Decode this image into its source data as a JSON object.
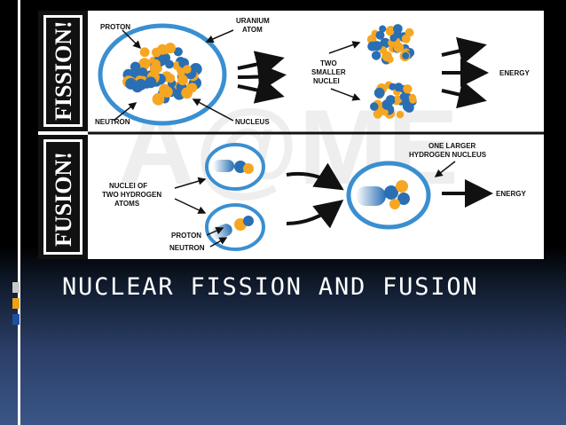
{
  "slide": {
    "title": "NUCLEAR FISSION AND FUSION"
  },
  "diagram": {
    "fission": {
      "side_label": "FISSION!",
      "labels": {
        "proton": "PROTON",
        "neutron": "NEUTRON",
        "uranium": "URANIUM",
        "atom": "ATOM",
        "nucleus": "NUCLEUS",
        "two": "TWO",
        "smaller": "SMALLER",
        "nuclei": "NUCLEI",
        "energy": "ENERGY"
      }
    },
    "fusion": {
      "side_label": "FUSION!",
      "labels": {
        "nuclei_of": "NUCLEI OF",
        "two_hydrogen": "TWO HYDROGEN",
        "atoms": "ATOMS",
        "proton": "PROTON",
        "neutron": "NEUTRON",
        "one_larger": "ONE LARGER",
        "hydrogen_nucleus": "HYDROGEN NUCLEUS",
        "energy": "ENERGY"
      }
    },
    "watermark": "A@ME"
  },
  "colors": {
    "proton": "#f5a623",
    "neutron": "#2a6fb3",
    "ring": "#3a8fd0",
    "side_bar": "#111111",
    "title": "#ffffff"
  }
}
